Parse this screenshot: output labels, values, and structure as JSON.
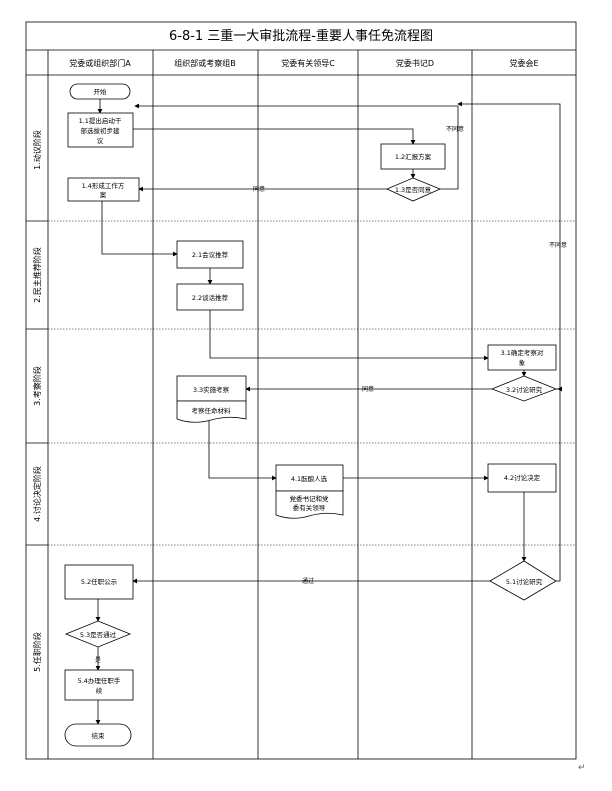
{
  "title": "6-8-1  三重一大审批流程-重要人事任免流程图",
  "lanes": [
    "党委或组织部门A",
    "组织部或考察组B",
    "党委有关领导C",
    "党委书记D",
    "党委会E"
  ],
  "phases": [
    "1.动议阶段",
    "2.民主推荐阶段",
    "3.考察阶段",
    "4.讨论决定阶段",
    "5.任职阶段"
  ],
  "nodes": {
    "start": "开始",
    "n11": [
      "1.1提出启动干",
      "部选拔初步建",
      "议"
    ],
    "n12": "1.2汇报方案",
    "n13": "1.3是否同意",
    "n14": [
      "1.4形成工作方",
      "案"
    ],
    "n21": "2.1会议推荐",
    "n22": "2.2谈话推荐",
    "n31": [
      "3.1确定考察对",
      "象"
    ],
    "n32": "3.2讨论研究",
    "n33": "3.3实施考察",
    "doc33": "考察任命材料",
    "n41": "4.1酝酿人选",
    "doc41": [
      "党委书记和党",
      "委有关领导"
    ],
    "n42": "4.2讨论决定",
    "n51": "5.1讨论研究",
    "n52": "5.2任职公示",
    "n53": "5.3是否通过",
    "n54": [
      "5.4办理任职手",
      "续"
    ],
    "end": "结束"
  },
  "edge_labels": {
    "disagree_d": "不同意",
    "agree_d": "同意",
    "disagree_e": "不同意",
    "agree_e": "同意",
    "pass": "通过",
    "yes": "是"
  },
  "return_mark": "↵"
}
